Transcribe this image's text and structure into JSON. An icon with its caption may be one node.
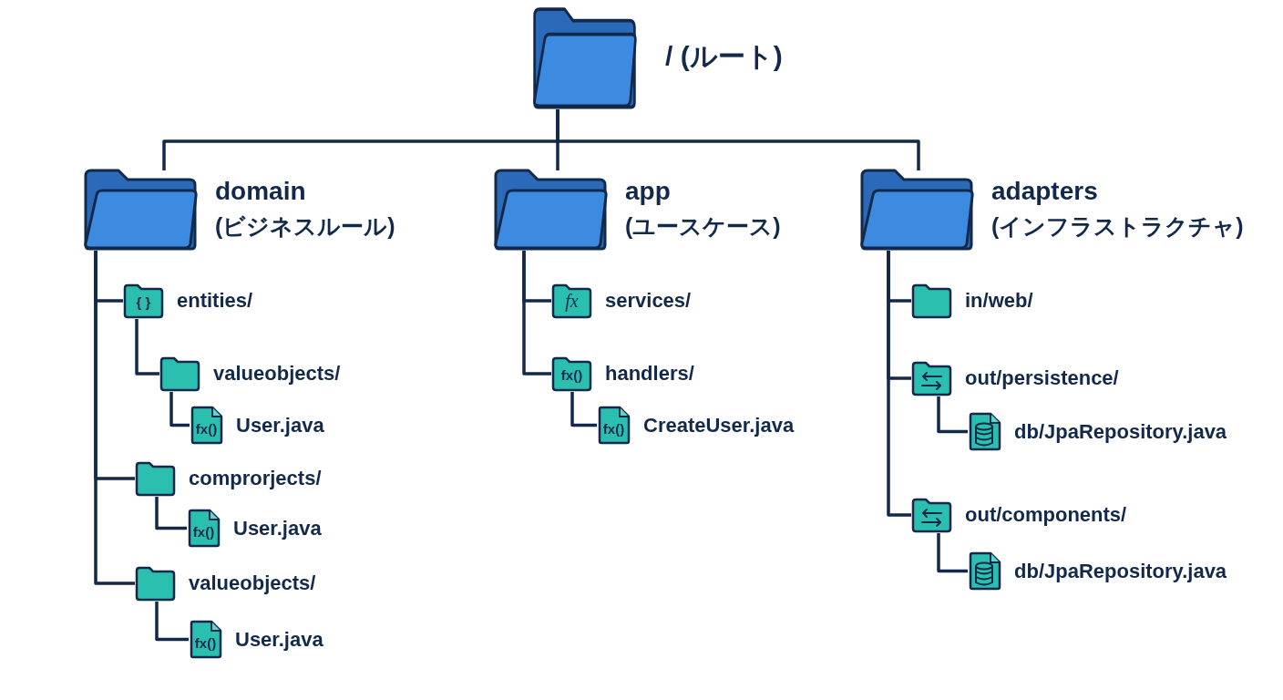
{
  "diagram": {
    "nodes": [
      {
        "text": [
          "/ (ルート)"
        ]
      },
      {
        "text": [
          "domain",
          "(ビジネスルール)"
        ]
      },
      {
        "text": [
          "app",
          "(ユースケース)"
        ]
      },
      {
        "text": [
          "adapters",
          "(インフラストラクチャ)"
        ]
      },
      {
        "text": [
          "entities/"
        ]
      },
      {
        "text": [
          "valueobjects/"
        ]
      },
      {
        "text": [
          "User.java"
        ]
      },
      {
        "text": [
          "comprorjects/"
        ]
      },
      {
        "text": [
          "User.java"
        ]
      },
      {
        "text": [
          "valueobjects/"
        ]
      },
      {
        "text": [
          "User.java"
        ]
      },
      {
        "text": [
          "services/"
        ]
      },
      {
        "text": [
          "handlers/"
        ]
      },
      {
        "text": [
          "CreateUser.java"
        ]
      },
      {
        "text": [
          "in/web/"
        ]
      },
      {
        "text": [
          "out/persistence/"
        ]
      },
      {
        "text": [
          "db/JpaRepository.java"
        ]
      },
      {
        "text": [
          "out/components/"
        ]
      },
      {
        "text": [
          "db/JpaRepository.java"
        ]
      }
    ],
    "edges": [
      {
        "from": 0,
        "to": 1,
        "arrow": "none"
      },
      {
        "from": 0,
        "to": 2,
        "arrow": "none"
      },
      {
        "from": 0,
        "to": 3,
        "arrow": "none"
      },
      {
        "from": 1,
        "to": 4,
        "arrow": "none"
      },
      {
        "from": 4,
        "to": 5,
        "arrow": "none"
      },
      {
        "from": 5,
        "to": 6,
        "arrow": "none"
      },
      {
        "from": 1,
        "to": 7,
        "arrow": "none"
      },
      {
        "from": 7,
        "to": 8,
        "arrow": "none"
      },
      {
        "from": 1,
        "to": 9,
        "arrow": "none"
      },
      {
        "from": 9,
        "to": 10,
        "arrow": "none"
      },
      {
        "from": 2,
        "to": 11,
        "arrow": "none"
      },
      {
        "from": 2,
        "to": 12,
        "arrow": "none"
      },
      {
        "from": 12,
        "to": 13,
        "arrow": "none"
      },
      {
        "from": 3,
        "to": 14,
        "arrow": "none"
      },
      {
        "from": 3,
        "to": 15,
        "arrow": "none"
      },
      {
        "from": 15,
        "to": 16,
        "arrow": "none"
      },
      {
        "from": 3,
        "to": 17,
        "arrow": "none"
      },
      {
        "from": 17,
        "to": 18,
        "arrow": "none"
      }
    ],
    "labels": [
      "{ }",
      "fx()",
      "fx()",
      "fx()",
      "fx",
      "fx()",
      "fx()"
    ]
  }
}
